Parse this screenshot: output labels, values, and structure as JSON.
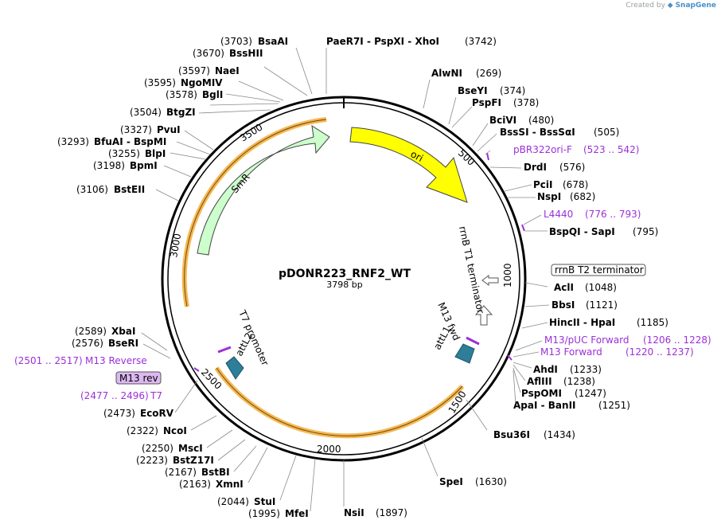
{
  "watermark": {
    "prefix": "Created by",
    "brand": "SnapGene"
  },
  "plasmid": {
    "name": "pDONR223_RNF2_WT",
    "size_label": "3798 bp"
  },
  "ticks": [
    "500",
    "1000",
    "1500",
    "2000",
    "2500",
    "3000",
    "3500"
  ],
  "features": [
    {
      "name": "ori",
      "color": "#ffff00"
    },
    {
      "name": "SmR",
      "color": "#ccffcc"
    },
    {
      "name": "rrnB T1 terminator",
      "color": "#ffffff"
    },
    {
      "name": "rrnB T2 terminator",
      "color": "#ffffff"
    },
    {
      "name": "M13 fwd",
      "color": "#ffffff"
    },
    {
      "name": "T7 promoter",
      "color": "#ffffff"
    },
    {
      "name": "attL1",
      "color": "#2e7d99"
    },
    {
      "name": "attL2",
      "color": "#2e7d99"
    }
  ],
  "labels": {
    "right": [
      {
        "name": "AlwNI",
        "pos": "(269)"
      },
      {
        "name": "BseYI",
        "pos": "(374)"
      },
      {
        "name": "PspFI",
        "pos": "(378)"
      },
      {
        "name": "BciVI",
        "pos": "(480)"
      },
      {
        "name": "BssSI  -  BssSαI",
        "pos": "(505)"
      },
      {
        "name": "pBR322ori-F",
        "pos": "(523 .. 542)",
        "primer": true
      },
      {
        "name": "DrdI",
        "pos": "(576)"
      },
      {
        "name": "PciI",
        "pos": "(678)"
      },
      {
        "name": "NspI",
        "pos": "(682)"
      },
      {
        "name": "L4440",
        "pos": "(776 .. 793)",
        "primer": true
      },
      {
        "name": "BspQI  -  SapI",
        "pos": "(795)"
      },
      {
        "name": "AclI",
        "pos": "(1048)"
      },
      {
        "name": "BbsI",
        "pos": "(1121)"
      },
      {
        "name": "HincII  -  HpaI",
        "pos": "(1185)"
      },
      {
        "name": "M13/pUC Forward",
        "pos": "(1206 .. 1228)",
        "primer": true
      },
      {
        "name": "M13 Forward",
        "pos": "(1220 .. 1237)",
        "primer": true
      },
      {
        "name": "AhdI",
        "pos": "(1233)"
      },
      {
        "name": "AflIII",
        "pos": "(1238)"
      },
      {
        "name": "PspOMI",
        "pos": "(1247)"
      },
      {
        "name": "ApaI  -  BanII",
        "pos": "(1251)"
      },
      {
        "name": "Bsu36I",
        "pos": "(1434)"
      },
      {
        "name": "SpeI",
        "pos": "(1630)"
      },
      {
        "name": "NsiI",
        "pos": "(1897)"
      }
    ],
    "top": {
      "name": "PaeR7I  -  PspXI  -  XhoI",
      "pos": "(3742)"
    },
    "left": [
      {
        "name": "BsaAI",
        "pos": "(3703)"
      },
      {
        "name": "BssHII",
        "pos": "(3670)"
      },
      {
        "name": "NaeI",
        "pos": "(3597)"
      },
      {
        "name": "NgoMIV",
        "pos": "(3595)"
      },
      {
        "name": "BglI",
        "pos": "(3578)"
      },
      {
        "name": "BtgZI",
        "pos": "(3504)"
      },
      {
        "name": "PvuI",
        "pos": "(3327)"
      },
      {
        "name": "BfuAI  -  BspMI",
        "pos": "(3293)"
      },
      {
        "name": "BlpI",
        "pos": "(3255)"
      },
      {
        "name": "BpmI",
        "pos": "(3198)"
      },
      {
        "name": "BstEII",
        "pos": "(3106)"
      },
      {
        "name": "XbaI",
        "pos": "(2589)"
      },
      {
        "name": "BseRI",
        "pos": "(2576)"
      },
      {
        "name": "M13 Reverse",
        "pos": "(2501 .. 2517)",
        "primer": true
      },
      {
        "name": "M13 rev",
        "pos": "",
        "boxed": true
      },
      {
        "name": "T7",
        "pos": "(2477 .. 2496)",
        "primer": true
      },
      {
        "name": "EcoRV",
        "pos": "(2473)"
      },
      {
        "name": "NcoI",
        "pos": "(2322)"
      },
      {
        "name": "MscI",
        "pos": "(2250)"
      },
      {
        "name": "BstZ17I",
        "pos": "(2223)"
      },
      {
        "name": "BstBI",
        "pos": "(2167)"
      },
      {
        "name": "XmnI",
        "pos": "(2163)"
      },
      {
        "name": "StuI",
        "pos": "(2044)"
      },
      {
        "name": "MfeI",
        "pos": "(1995)"
      }
    ]
  }
}
